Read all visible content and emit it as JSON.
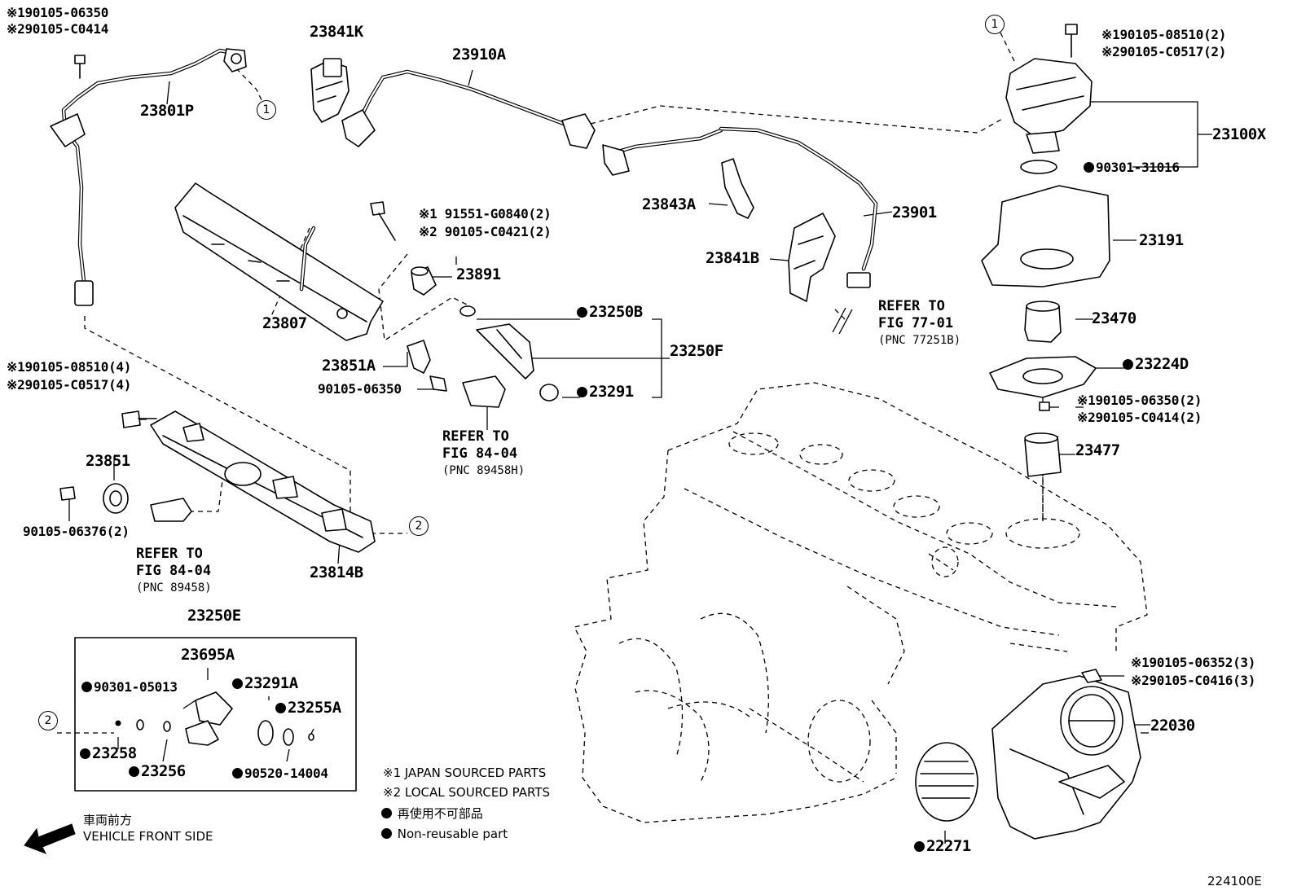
{
  "labels": {
    "p23801P": "23801P",
    "p23841K": "23841K",
    "p23910A": "23910A",
    "p23807": "23807",
    "p23891": "23891",
    "p23843A": "23843A",
    "p23901": "23901",
    "p23841B": "23841B",
    "p23100X": "23100X",
    "p90301_31016": "90301-31016",
    "p23191": "23191",
    "p23470": "23470",
    "p23224D": "23224D",
    "p23477": "23477",
    "p23250B": "23250B",
    "p23250F": "23250F",
    "p23291": "23291",
    "p23851A": "23851A",
    "p90105_06350": "90105-06350",
    "p23851": "23851",
    "p90105_06376": "90105-06376(2)",
    "p23814B": "23814B",
    "p23250E": "23250E",
    "p23695A": "23695A",
    "p90301_05013": "90301-05013",
    "p23291A": "23291A",
    "p23255A": "23255A",
    "p23258": "23258",
    "p23256": "23256",
    "p90520_14004": "90520-14004",
    "p22030": "22030",
    "p22271": "22271"
  },
  "bolt_notes": {
    "topleft_1": "※190105-06350",
    "topleft_2": "※290105-C0414",
    "pump_1": "※190105-08510(2)",
    "pump_2": "※290105-C0517(2)",
    "bracket_1": "※1 91551-G0840(2)",
    "bracket_2": "※2 90105-C0421(2)",
    "rail_1": "※190105-08510(4)",
    "rail_2": "※290105-C0517(4)",
    "cover_1": "※190105-06350(2)",
    "cover_2": "※290105-C0414(2)",
    "throttle_1": "※190105-06352(3)",
    "throttle_2": "※290105-C0416(3)"
  },
  "refs": {
    "fig77_line1": "REFER TO",
    "fig77_line2": "FIG 77-01",
    "fig77_pnc": "(PNC 77251B)",
    "fig84a_line1": "REFER TO",
    "fig84a_line2": "FIG 84-04",
    "fig84a_pnc": "(PNC 89458H)",
    "fig84b_line1": "REFER TO",
    "fig84b_line2": "FIG 84-04",
    "fig84b_pnc": "(PNC 89458)"
  },
  "callouts": {
    "one": "1",
    "two": "2"
  },
  "legend": {
    "japan": "※1 JAPAN SOURCED PARTS",
    "local": "※2 LOCAL SOURCED PARTS",
    "nonreuse_jp": "再使用不可部品",
    "nonreuse_en": "Non-reusable part",
    "front_jp": "車両前方",
    "front_en": "VEHICLE FRONT SIDE"
  },
  "figure_id": "224100E"
}
